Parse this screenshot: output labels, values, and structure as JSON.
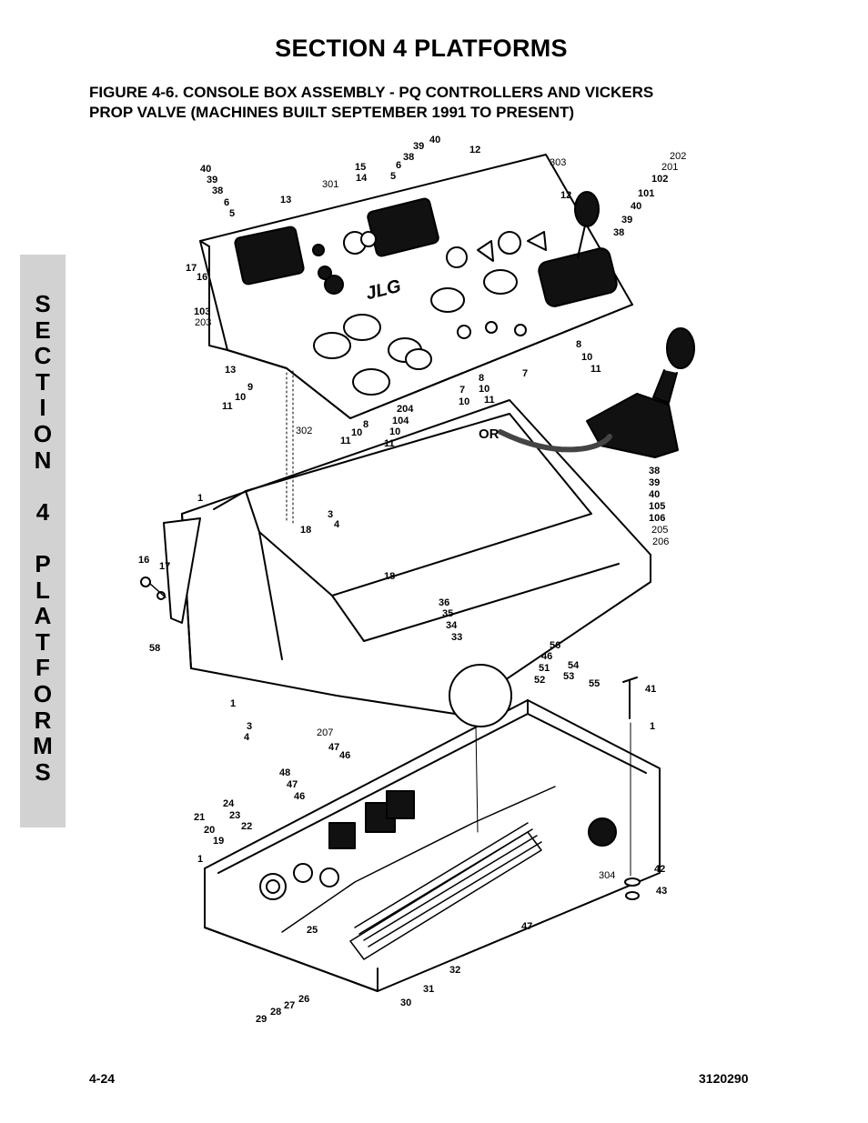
{
  "header": {
    "section_title": "SECTION 4  PLATFORMS",
    "caption_line1": "FIGURE 4-6.    CONSOLE BOX ASSEMBLY - PQ CONTROLLERS AND VICKERS",
    "caption_line2": "PROP VALVE (MACHINES BUILT SEPTEMBER 1991 TO PRESENT)"
  },
  "side_tab": {
    "letters": [
      "S",
      "E",
      "C",
      "T",
      "I",
      "O",
      "N",
      "",
      "4",
      "",
      "P",
      "L",
      "A",
      "T",
      "F",
      "O",
      "R",
      "M",
      "S"
    ]
  },
  "diagram": {
    "logo_text": "JLG",
    "or_label": "OR",
    "callouts": [
      "40",
      "39",
      "38",
      "6",
      "5",
      "15",
      "14",
      "6",
      "5",
      "38",
      "39",
      "40",
      "12",
      "303",
      "202",
      "201",
      "102",
      "12",
      "101",
      "40",
      "39",
      "38",
      "13",
      "301",
      "17",
      "16",
      "103",
      "203",
      "13",
      "9",
      "11",
      "10",
      "8",
      "7",
      "10",
      "11",
      "8",
      "10",
      "11",
      "7",
      "10",
      "302",
      "8",
      "10",
      "11",
      "204",
      "104",
      "10",
      "11",
      "38",
      "39",
      "40",
      "105",
      "106",
      "205",
      "206",
      "1",
      "3",
      "4",
      "18",
      "18",
      "16",
      "17",
      "58",
      "36",
      "35",
      "34",
      "33",
      "56",
      "46",
      "51",
      "52",
      "54",
      "53",
      "55",
      "41",
      "1",
      "1",
      "3",
      "4",
      "207",
      "47",
      "46",
      "48",
      "47",
      "46",
      "24",
      "23",
      "22",
      "21",
      "20",
      "19",
      "1",
      "42",
      "43",
      "304",
      "25",
      "47",
      "32",
      "31",
      "30",
      "26",
      "27",
      "28",
      "29"
    ]
  },
  "footer": {
    "page_number": "4-24",
    "doc_number": "3120290"
  }
}
